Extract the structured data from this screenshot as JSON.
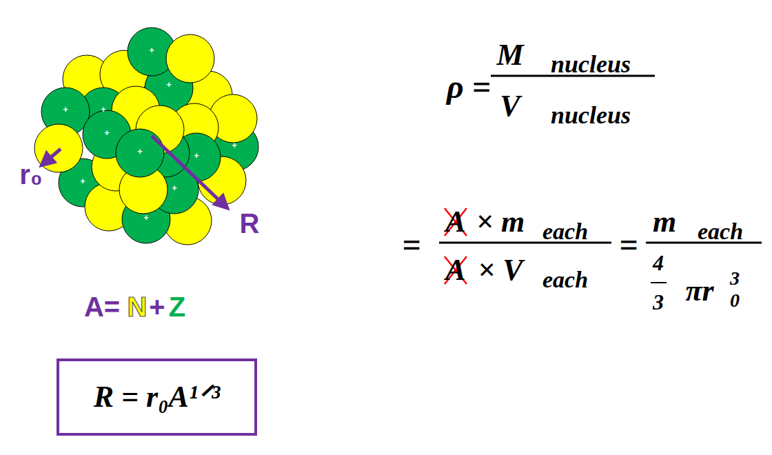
{
  "diagram": {
    "nodes": [
      {
        "text": [
          "R = r₀A¹ᐟ³"
        ]
      }
    ],
    "labels": [
      "+",
      "+",
      "+",
      "+",
      "+",
      "+",
      "+",
      "+",
      "+",
      "+",
      "+",
      "r₀",
      "R",
      "A=",
      "N",
      "+",
      "Z",
      "ρ =",
      "M",
      "nucleus",
      "V",
      "nucleus",
      "=",
      "A",
      "× m",
      "each",
      "A",
      "× V",
      "each",
      "=",
      "m",
      "each",
      "4",
      "3",
      "πr",
      "0",
      "3"
    ]
  }
}
